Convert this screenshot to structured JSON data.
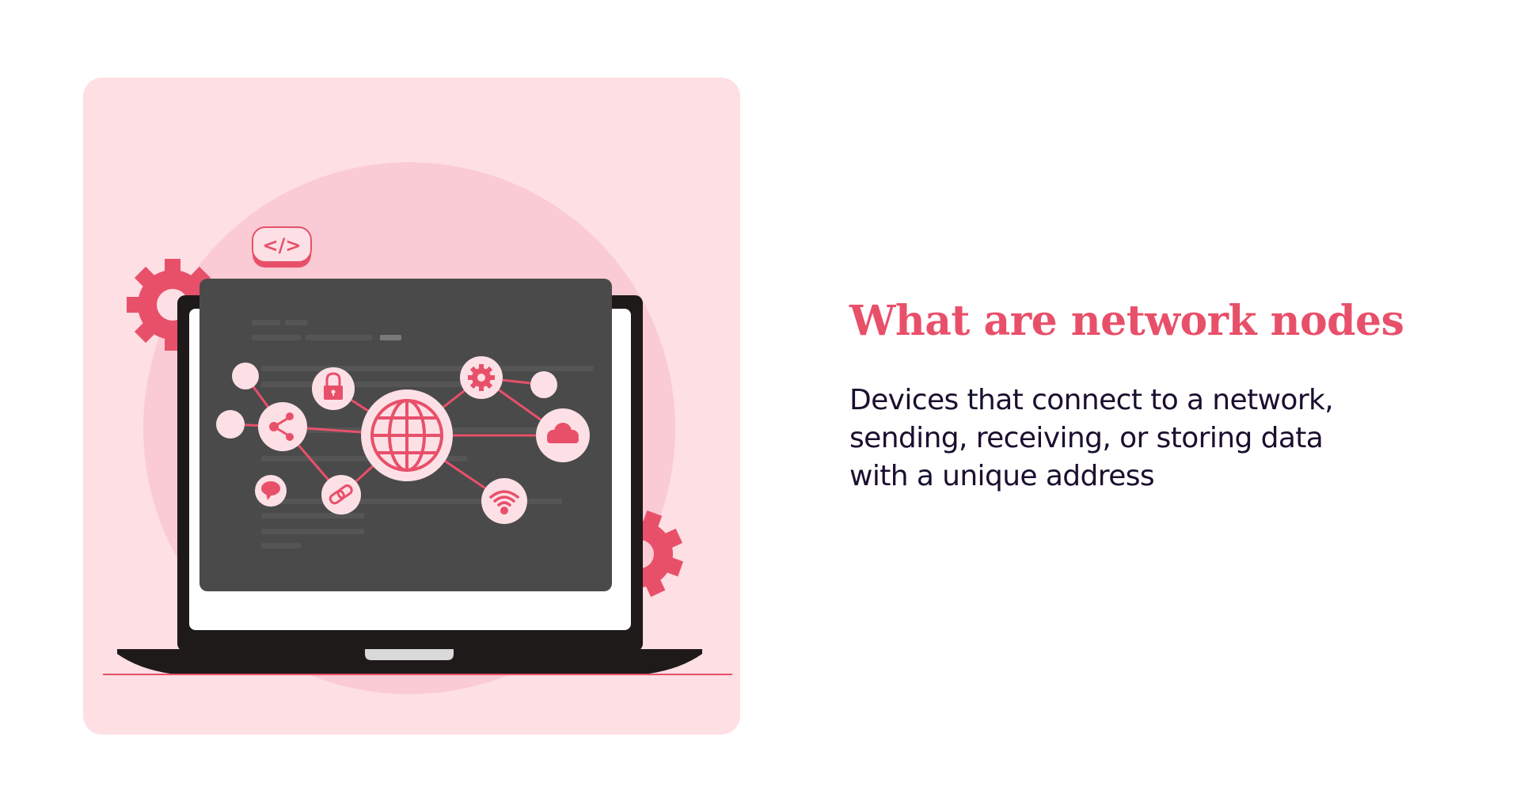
{
  "heading": {
    "title": "What are network nodes",
    "description_lines": [
      "Devices that connect to a network,",
      "sending, receiving, or storing data",
      "with a unique address"
    ]
  },
  "illustration": {
    "code_badge": "</>",
    "nodes": [
      "share-icon",
      "lock-icon",
      "globe-icon",
      "gear-icon",
      "cloud-icon",
      "wifi-icon",
      "link-icon",
      "chat-icon"
    ],
    "colors": {
      "card_background": "#FDDFE4",
      "circle_background": "#FACBD4",
      "accent": "#E8506A",
      "node_fill": "#FCE0E5",
      "screen_panel": "#4A4A4A",
      "laptop_frame": "#1E1A1A",
      "title": "#E8506A",
      "body_text": "#1A0F2E"
    }
  }
}
